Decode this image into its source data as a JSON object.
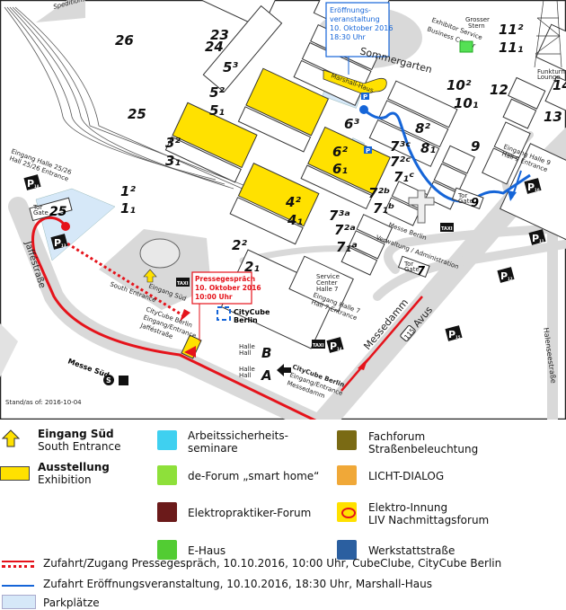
{
  "map": {
    "top_label": "Speditions-Center Süd / Forwarding Center",
    "halls": {
      "h26": "26",
      "h25": "25",
      "h23": "23",
      "h24": "24",
      "h5_3": "5³",
      "h5_2": "5²",
      "h5_1": "5₁",
      "h3_2": "3²",
      "h3_1": "3₁",
      "h1_2": "1²",
      "h1_1": "1₁",
      "h4_2": "4²",
      "h4_1": "4₁",
      "h2_2": "2²",
      "h2_1": "2₁",
      "h6_3": "6³",
      "h6_2": "6²",
      "h6_1": "6₁",
      "h7_3c": "7³ᶜ",
      "h7_2c": "7²ᶜ",
      "h7_1c": "7₁ᶜ",
      "h7_2b": "7²ᵇ",
      "h7_1b": "7₁ᵇ",
      "h7_3a": "7³ᵃ",
      "h7_2a": "7²ᵃ",
      "h7_1a": "7₁ᵃ",
      "h8_2": "8²",
      "h8_1": "8₁",
      "h9": "9",
      "h10_2": "10²",
      "h10_1": "10₁",
      "h11_2": "11²",
      "h11_1": "11₁",
      "h12": "12",
      "h13": "13",
      "h14": "14",
      "hallA": "A",
      "hallB": "B",
      "halle": "Halle",
      "hall": "Hall"
    },
    "sommergarten": "Sommergarten",
    "opening_callout": [
      "Eröffnungs-",
      "veranstaltung",
      "10. Oktober 2016",
      "18:30 Uhr"
    ],
    "marshall_haus": "Marshall-Haus",
    "press_callout": [
      "Pressegespräch",
      "10. Oktober 2016",
      "10:00 Uhr"
    ],
    "grosser_stern": [
      "Grosser",
      "Stern"
    ],
    "exhibitor_service": [
      "Exhibitor Service",
      "Business Center"
    ],
    "funkturm_lounge": [
      "Funkturm",
      "Lounge"
    ],
    "entrance_25_26": [
      "Eingang Halle 25/26",
      "Hall 25/26 Entrance"
    ],
    "entrance_9": [
      "Eingang Halle 9",
      "Hall 9 Entrance"
    ],
    "entrance_7": [
      "Eingang Halle 7",
      "Hall 7 Entrance"
    ],
    "service_center_7": [
      "Service",
      "Center",
      "Halle 7"
    ],
    "south_entrance": [
      "Eingang Süd",
      "South Entrance"
    ],
    "citycube_jaffe": [
      "CityCube Berlin",
      "Eingang/Entrance",
      "Jafféstraße"
    ],
    "citycube_messedamm": [
      "CityCube Berlin",
      "Eingang/Entrance",
      "Messedamm"
    ],
    "citycube_logo": [
      "CityCube",
      "Berlin"
    ],
    "messe_berlin": [
      "Messe Berlin",
      "Verwaltung / Administration"
    ],
    "gates": {
      "tor": "Tor",
      "gate": "Gate",
      "g25": "25",
      "g9": "9",
      "g7": "7"
    },
    "streets": {
      "jaffe": "Jafféstraße",
      "messedamm": "Messedamm",
      "avus": "Avus",
      "a115": "115",
      "halensee": "Halenseestraße"
    },
    "messe_sued": "Messe Süd",
    "parking": {
      "p": "P",
      "p18": "18",
      "p13": "13",
      "p11": "11",
      "p12": "12",
      "p14": "14",
      "p15": "15",
      "p10": "10"
    },
    "taxi": "TAXI",
    "stand": "Stand/as of: 2016-10-04"
  },
  "legend": {
    "south_entrance": {
      "title": "Eingang Süd",
      "subtitle": "South Entrance"
    },
    "exhibition": {
      "title": "Ausstellung",
      "subtitle": "Exhibition"
    },
    "items": [
      {
        "label": [
          "Arbeitssicherheits-",
          "seminare"
        ],
        "icon": "warning-icon",
        "color": "#3fd0f0"
      },
      {
        "label": [
          "de-Forum „smart home“"
        ],
        "icon": "smartphone-icon",
        "color": "#8ee03a"
      },
      {
        "label": [
          "Elektropraktiker-Forum"
        ],
        "icon": "meter-icon",
        "color": "#6b1a1a"
      },
      {
        "label": [
          "E-Haus"
        ],
        "icon": "house-icon",
        "color": "#52cc33"
      },
      {
        "label": [
          "Fachforum",
          "Straßenbeleuchtung"
        ],
        "icon": "streetlight-icon",
        "color": "#7a6a14"
      },
      {
        "label": [
          "LICHT-DIALOG"
        ],
        "icon": "bulb-icon",
        "color": "#f0a838"
      },
      {
        "label": [
          "Elektro-Innung",
          "LIV Nachmittagsforum"
        ],
        "icon": "e-logo-icon",
        "color": "#ffe100"
      },
      {
        "label": [
          "Werkstattstraße"
        ],
        "icon": "tools-icon",
        "color": "#2b5fa0"
      }
    ],
    "routes": [
      {
        "label": "Zufahrt/Zugang Pressegespräch, 10.10.2016, 10:00 Uhr, CubeClube, CityCube Berlin",
        "color": "#e5131b"
      },
      {
        "label": "Zufahrt Eröffnungsveranstaltung, 10.10.2016, 18:30 Uhr, Marshall-Haus",
        "color": "#1565d8"
      },
      {
        "label": "Parkplätze",
        "color": "#d6e8f8"
      }
    ]
  }
}
